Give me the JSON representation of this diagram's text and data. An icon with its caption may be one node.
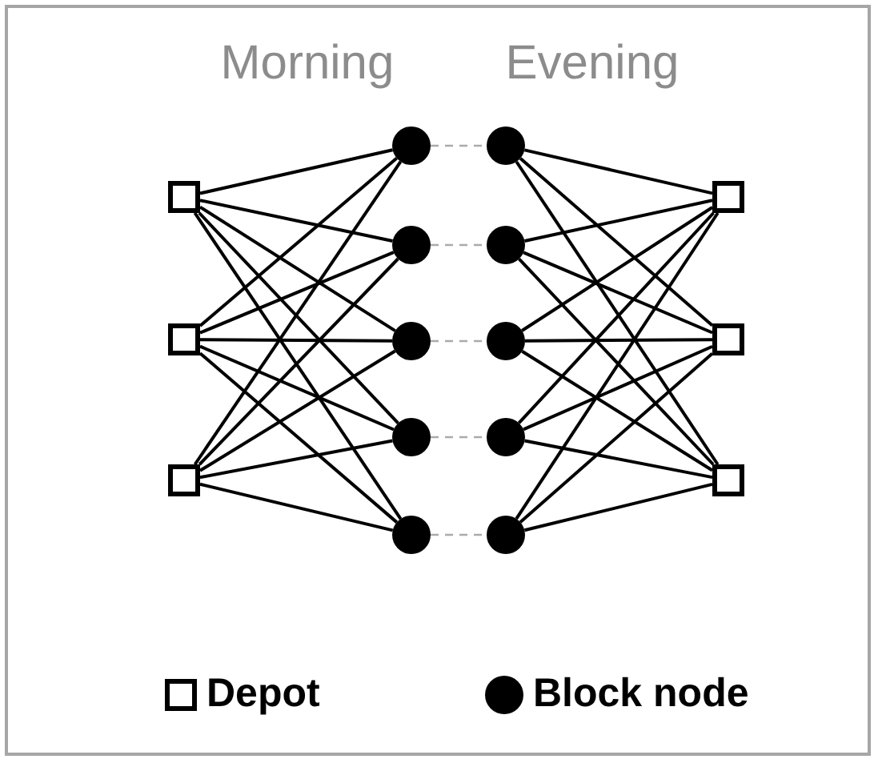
{
  "diagram": {
    "nodes": [
      {
        "text": [],
        "shape": "box"
      },
      {
        "text": [],
        "shape": "box"
      },
      {
        "text": [],
        "shape": "box"
      },
      {
        "text": [],
        "shape": "circle"
      },
      {
        "text": [],
        "shape": "circle"
      },
      {
        "text": [],
        "shape": "circle"
      },
      {
        "text": [],
        "shape": "circle"
      },
      {
        "text": [],
        "shape": "circle"
      },
      {
        "text": [],
        "shape": "circle"
      },
      {
        "text": [],
        "shape": "circle"
      },
      {
        "text": [],
        "shape": "circle"
      },
      {
        "text": [],
        "shape": "circle"
      },
      {
        "text": [],
        "shape": "circle"
      },
      {
        "text": [],
        "shape": "box"
      },
      {
        "text": [],
        "shape": "box"
      },
      {
        "text": [],
        "shape": "box"
      }
    ],
    "edges": [
      {
        "from": 0,
        "to": 3,
        "arrow": "none"
      },
      {
        "from": 0,
        "to": 4,
        "arrow": "none"
      },
      {
        "from": 0,
        "to": 5,
        "arrow": "none"
      },
      {
        "from": 0,
        "to": 6,
        "arrow": "none"
      },
      {
        "from": 0,
        "to": 7,
        "arrow": "none"
      },
      {
        "from": 1,
        "to": 3,
        "arrow": "none"
      },
      {
        "from": 1,
        "to": 4,
        "arrow": "none"
      },
      {
        "from": 1,
        "to": 5,
        "arrow": "none"
      },
      {
        "from": 1,
        "to": 6,
        "arrow": "none"
      },
      {
        "from": 1,
        "to": 7,
        "arrow": "none"
      },
      {
        "from": 2,
        "to": 3,
        "arrow": "none"
      },
      {
        "from": 2,
        "to": 4,
        "arrow": "none"
      },
      {
        "from": 2,
        "to": 5,
        "arrow": "none"
      },
      {
        "from": 2,
        "to": 6,
        "arrow": "none"
      },
      {
        "from": 2,
        "to": 7,
        "arrow": "none"
      },
      {
        "from": 3,
        "to": 8,
        "arrow": "none",
        "style": "dashed",
        "color": "#aaaaaa"
      },
      {
        "from": 4,
        "to": 9,
        "arrow": "none",
        "style": "dashed",
        "color": "#aaaaaa"
      },
      {
        "from": 5,
        "to": 10,
        "arrow": "none",
        "style": "dashed",
        "color": "#aaaaaa"
      },
      {
        "from": 6,
        "to": 11,
        "arrow": "none",
        "style": "dashed",
        "color": "#aaaaaa"
      },
      {
        "from": 7,
        "to": 12,
        "arrow": "none",
        "style": "dashed",
        "color": "#aaaaaa"
      },
      {
        "from": 8,
        "to": 13,
        "arrow": "none"
      },
      {
        "from": 8,
        "to": 14,
        "arrow": "none"
      },
      {
        "from": 8,
        "to": 15,
        "arrow": "none"
      },
      {
        "from": 9,
        "to": 13,
        "arrow": "none"
      },
      {
        "from": 9,
        "to": 14,
        "arrow": "none"
      },
      {
        "from": 9,
        "to": 15,
        "arrow": "none"
      },
      {
        "from": 10,
        "to": 13,
        "arrow": "none"
      },
      {
        "from": 10,
        "to": 14,
        "arrow": "none"
      },
      {
        "from": 10,
        "to": 15,
        "arrow": "none"
      },
      {
        "from": 11,
        "to": 13,
        "arrow": "none"
      },
      {
        "from": 11,
        "to": 14,
        "arrow": "none"
      },
      {
        "from": 11,
        "to": 15,
        "arrow": "none"
      },
      {
        "from": 12,
        "to": 13,
        "arrow": "none"
      },
      {
        "from": 12,
        "to": 14,
        "arrow": "none"
      },
      {
        "from": 12,
        "to": 15,
        "arrow": "none"
      }
    ],
    "labels": [
      "Morning",
      "Evening"
    ],
    "legend": [
      {
        "text": "Depot"
      },
      {
        "text": "Block node"
      }
    ]
  }
}
